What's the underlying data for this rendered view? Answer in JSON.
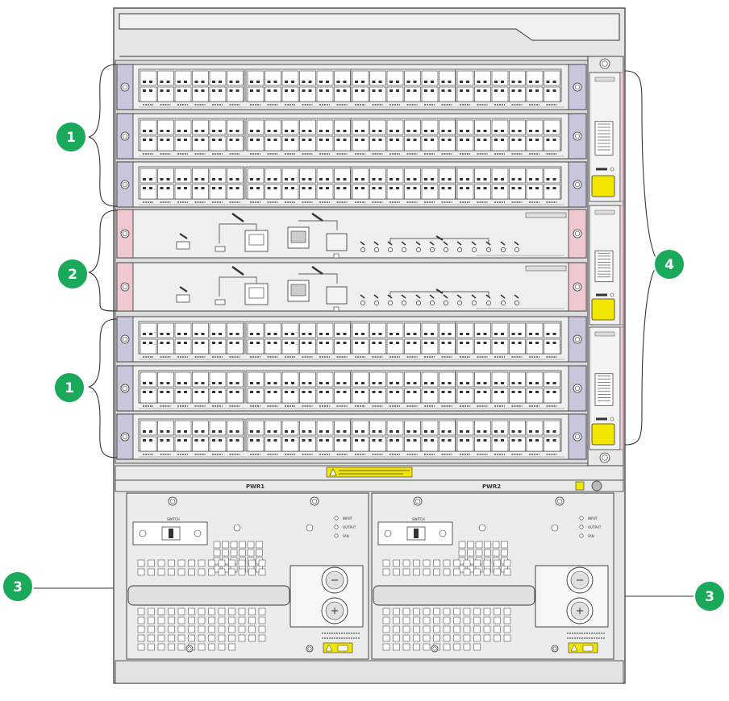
{
  "callouts": [
    {
      "id": "line-card-top",
      "number": "1"
    },
    {
      "id": "mpu",
      "number": "2"
    },
    {
      "id": "line-card-bottom",
      "number": "1"
    },
    {
      "id": "power-left",
      "number": "3"
    },
    {
      "id": "power-right",
      "number": "3"
    },
    {
      "id": "fan-tray",
      "number": "4"
    }
  ],
  "power_labels": {
    "left": "PWR1",
    "right": "PWR2"
  },
  "psu_labels": {
    "switch": "SWITCH",
    "indicators": [
      "INPUT",
      "OUTPUT",
      "FAN"
    ]
  },
  "colors": {
    "callout_fill": "#1aa85a",
    "chassis": "#e3e3e3",
    "chassis_dark": "#bdbdbd",
    "card_face": "#efefef",
    "ear_lilac": "#c9c6dc",
    "ear_pink": "#efc9cf",
    "fan_yellow": "#f2e600",
    "stroke": "#333333"
  },
  "icons": [
    "screw-icon",
    "warning-icon",
    "usb-port-icon",
    "rj45-port-icon",
    "sfp-port-icon",
    "led-icon"
  ]
}
